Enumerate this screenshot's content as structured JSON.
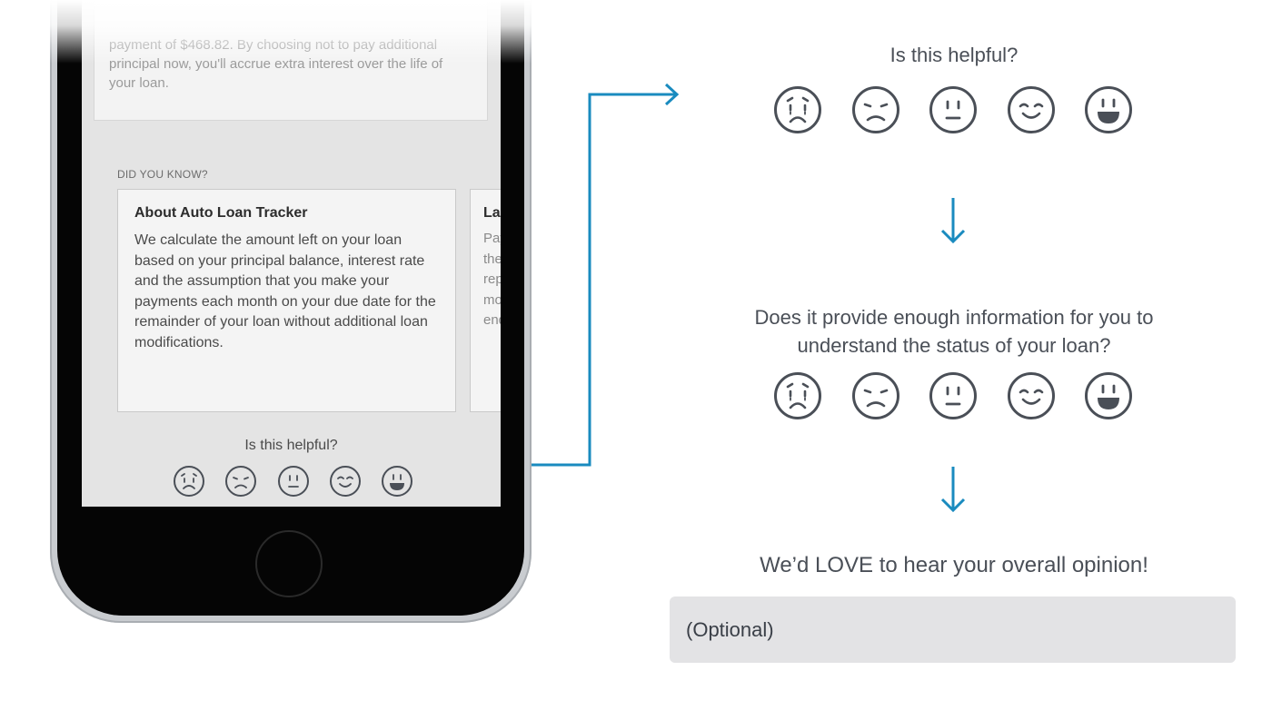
{
  "phone": {
    "top_card_text": [
      "payment of $468.82. By choosing not to pay additional",
      "principal now, you'll accrue extra interest over the life of",
      "your loan."
    ],
    "did_you_know_label": "DID YOU KNOW?",
    "card_title": "About Auto Loan Tracker",
    "card_body": "We calculate the amount left on your loan based on your principal balance, interest rate and the assumption that you make your payments each month on your due date for the remainder of your loan without additional loan modifications.",
    "card2_title": "La",
    "card2_lines": [
      "Pay",
      "the",
      "rep",
      "mo",
      "end"
    ],
    "question": "Is this helpful?"
  },
  "flow": {
    "question_1": "Is this helpful?",
    "question_2_line1": "Does it provide enough information for you to",
    "question_2_line2": "understand the status of your loan?",
    "question_3": "We’d LOVE to hear your overall opinion!",
    "opinion_placeholder": "(Optional)"
  },
  "rating_faces": [
    "crying-face-icon",
    "sad-face-icon",
    "neutral-face-icon",
    "smiling-face-icon",
    "grinning-face-icon"
  ],
  "colors": {
    "accent": "#1a8bbf",
    "icon": "#4a4f57",
    "input_bg": "#e3e3e5"
  }
}
